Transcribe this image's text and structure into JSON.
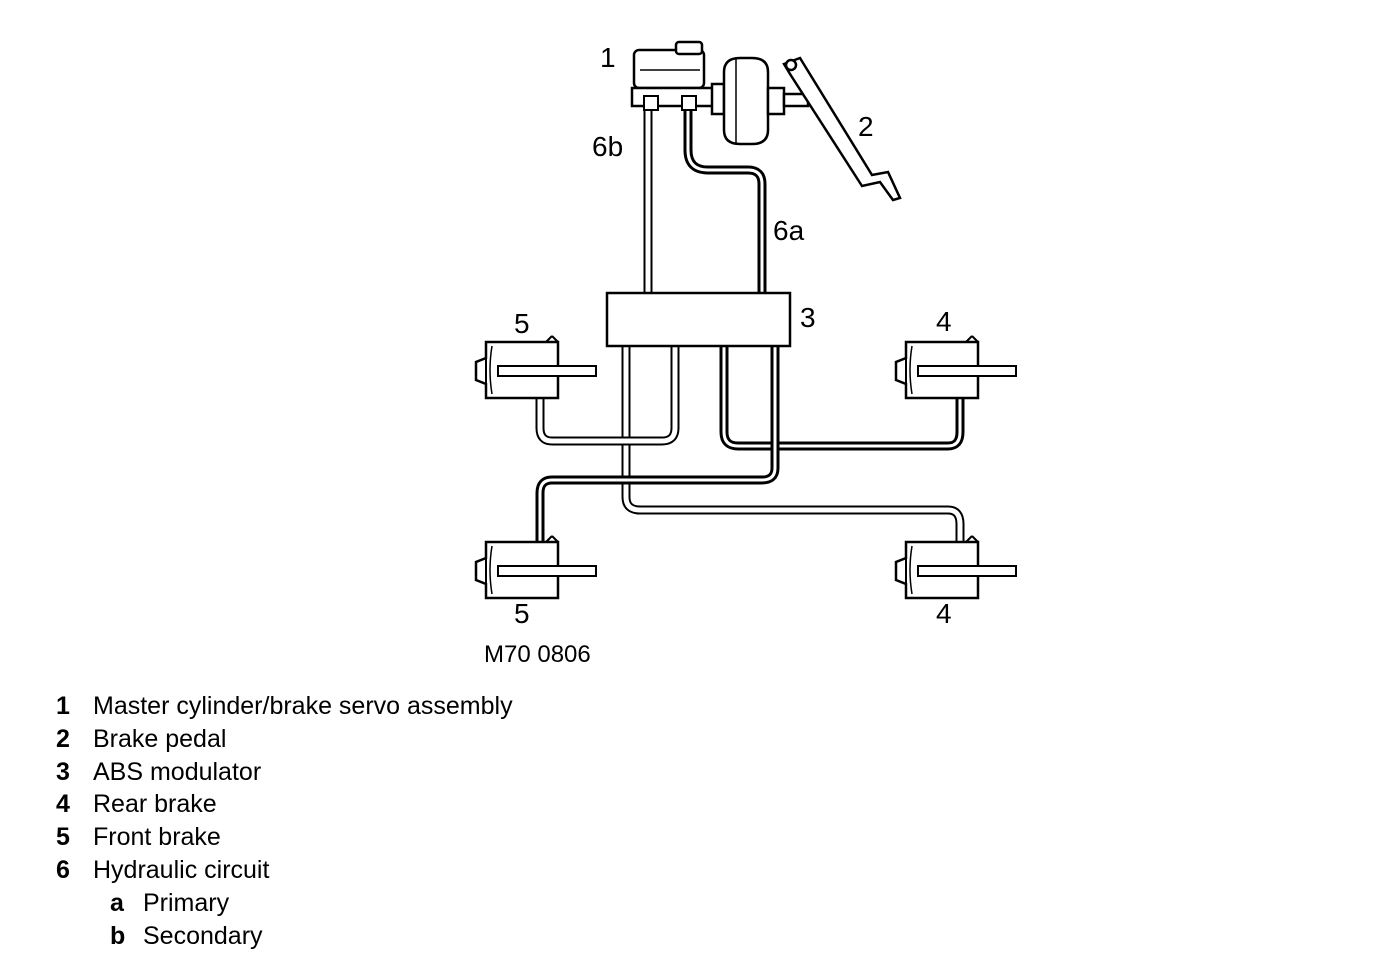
{
  "callouts": {
    "master_cylinder": "1",
    "brake_pedal": "2",
    "abs_modulator": "3",
    "rear_brake_top": "4",
    "rear_brake_bottom": "4",
    "front_brake_top": "5",
    "front_brake_bottom": "5",
    "circuit_primary": "6a",
    "circuit_secondary": "6b"
  },
  "figure_ref": "M70 0806",
  "legend": [
    {
      "num": "1",
      "label": "Master cylinder/brake servo assembly"
    },
    {
      "num": "2",
      "label": "Brake pedal"
    },
    {
      "num": "3",
      "label": "ABS modulator"
    },
    {
      "num": "4",
      "label": "Rear brake"
    },
    {
      "num": "5",
      "label": "Front brake"
    },
    {
      "num": "6",
      "label": "Hydraulic circuit"
    }
  ],
  "legend_sub": [
    {
      "num": "a",
      "label": "Primary"
    },
    {
      "num": "b",
      "label": "Secondary"
    }
  ]
}
